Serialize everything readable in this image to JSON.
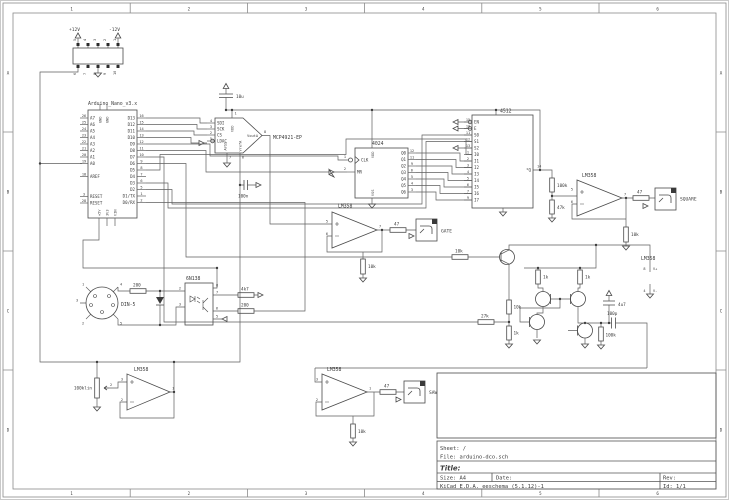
{
  "frame": {
    "cols": [
      "1",
      "2",
      "3",
      "4",
      "5",
      "6"
    ],
    "rows": [
      "A",
      "B",
      "C",
      "D"
    ]
  },
  "title_block": {
    "sheet": "Sheet: /",
    "file": "File: arduino-dco.sch",
    "title": "Title:",
    "size": "Size: A4",
    "date": "Date:",
    "rev": "Rev:",
    "generator": "KiCad E.D.A.  eeschema (5.1.12)-1",
    "id": "Id: 1/1"
  },
  "power_header": {
    "plus": "+12V",
    "minus": "-12V",
    "top_pins": [
      "5",
      "4",
      "3",
      "2",
      "1"
    ],
    "bottom_pins": [
      "6",
      "7",
      "8",
      "9",
      "10"
    ]
  },
  "arduino": {
    "label": "Arduino_Nano_v3.x",
    "a_pins": [
      {
        "num": "26",
        "name": "A7"
      },
      {
        "num": "25",
        "name": "A6"
      },
      {
        "num": "24",
        "name": "A5"
      },
      {
        "num": "23",
        "name": "A4"
      },
      {
        "num": "22",
        "name": "A3"
      },
      {
        "num": "21",
        "name": "A2"
      },
      {
        "num": "20",
        "name": "A1"
      },
      {
        "num": "19",
        "name": "A0"
      }
    ],
    "aref": {
      "num": "18",
      "name": "AREF"
    },
    "reset_a": {
      "num": "3",
      "name": "RESET"
    },
    "reset_b": {
      "num": "28",
      "name": "RESET"
    },
    "right_pins": [
      {
        "num": "16",
        "name": "D13"
      },
      {
        "num": "15",
        "name": "D12"
      },
      {
        "num": "14",
        "name": "D11"
      },
      {
        "num": "13",
        "name": "D10"
      },
      {
        "num": "12",
        "name": "D9"
      },
      {
        "num": "11",
        "name": "D8"
      },
      {
        "num": "10",
        "name": "D7"
      },
      {
        "num": "9",
        "name": "D6"
      },
      {
        "num": "8",
        "name": "D5"
      },
      {
        "num": "7",
        "name": "D4"
      },
      {
        "num": "6",
        "name": "D3"
      },
      {
        "num": "5",
        "name": "D2"
      },
      {
        "num": "1",
        "name": "D1/TX"
      },
      {
        "num": "2",
        "name": "D0/RX"
      }
    ],
    "top_pins": [
      "GND",
      "GND"
    ],
    "bottom_pins": [
      "+5V",
      "3V3",
      "VIN"
    ]
  },
  "dac": {
    "label": "MCP4921-EP",
    "left_pins": [
      {
        "num": "4",
        "name": "SDI"
      },
      {
        "num": "3",
        "name": "SCK"
      },
      {
        "num": "2",
        "name": "CS"
      },
      {
        "num": "5",
        "name": "LDAC"
      }
    ],
    "vdd": {
      "num": "1",
      "name": "VDD"
    },
    "avss": {
      "num": "7",
      "name": "AVSS"
    },
    "vref": {
      "num": "6",
      "name": "VrefA"
    },
    "vout": {
      "num": "8",
      "name": "VoutA"
    },
    "cap_top": "10u",
    "cap_bottom": "100n"
  },
  "counter": {
    "label": "4024",
    "clk": {
      "num": "1",
      "name": "CLK"
    },
    "mr": {
      "num": "2",
      "name": "MR"
    },
    "q_pins": [
      {
        "num": "12",
        "name": "Q0"
      },
      {
        "num": "11",
        "name": "Q1"
      },
      {
        "num": "9",
        "name": "Q2"
      },
      {
        "num": "6",
        "name": "Q3"
      },
      {
        "num": "5",
        "name": "Q4"
      },
      {
        "num": "4",
        "name": "Q5"
      },
      {
        "num": "3",
        "name": "Q6"
      }
    ],
    "vdd": "VDD",
    "vss": "VSS"
  },
  "mux": {
    "label": "4512",
    "left_pins": [
      {
        "num": "15",
        "name": "EN"
      },
      {
        "num": "10",
        "name": "E"
      },
      {
        "num": "11",
        "name": "S0"
      },
      {
        "num": "12",
        "name": "S1"
      },
      {
        "num": "13",
        "name": "S2"
      },
      {
        "num": "1",
        "name": "I0"
      },
      {
        "num": "2",
        "name": "I1"
      },
      {
        "num": "3",
        "name": "I2"
      },
      {
        "num": "4",
        "name": "I3"
      },
      {
        "num": "5",
        "name": "I4"
      },
      {
        "num": "6",
        "name": "I5"
      },
      {
        "num": "7",
        "name": "I6"
      },
      {
        "num": "9",
        "name": "I7"
      }
    ],
    "out": {
      "num": "14",
      "name": "*Q"
    }
  },
  "divider": {
    "r_top": "100k",
    "r_bottom": "47k"
  },
  "square_amp": {
    "label": "LM358",
    "plus": "5",
    "minus": "6",
    "out": "7",
    "r_series": "47",
    "r_load": "10k",
    "port": "SQUARE"
  },
  "gate_amp": {
    "label": "LM358",
    "plus": "5",
    "minus": "6",
    "out": "7",
    "r_series": "47",
    "r_load": "10k",
    "port": "GATE"
  },
  "saw_amp": {
    "label": "LM358",
    "plus": "3",
    "minus": "2",
    "out": "1",
    "r_series": "47",
    "r_load": "10k",
    "port": "SAW"
  },
  "cv_amp": {
    "label": "LM358",
    "plus": "3",
    "minus": "2",
    "out": "1",
    "pot": "100klin",
    "pot_pin": "2"
  },
  "amp_power": {
    "label": "LM358",
    "vplus_pin": "8",
    "vminus_pin": "4",
    "vplus": "V+",
    "vminus": "V-"
  },
  "midi": {
    "din_label": "DIN-5",
    "din_pins": {
      "p1": "1",
      "p2": "2",
      "p3": "3",
      "p4": "4",
      "p5": "5"
    },
    "r_in": "200",
    "opto_label": "6N138",
    "pin2": "2",
    "pin3": "3",
    "pin8": "8",
    "pin7": "7",
    "pin6": "6",
    "pin5": "5",
    "r_pullup": "4k7",
    "r_out": "200"
  },
  "expo": {
    "r_base": "10k",
    "r_emitter": "10k",
    "r_27k": "27k",
    "r_1k_tail": "1k",
    "r_1k_a": "1k",
    "r_1k_b": "1k",
    "r_100k": "100k",
    "c_4u7": "4u7",
    "c_100p": "100p"
  }
}
